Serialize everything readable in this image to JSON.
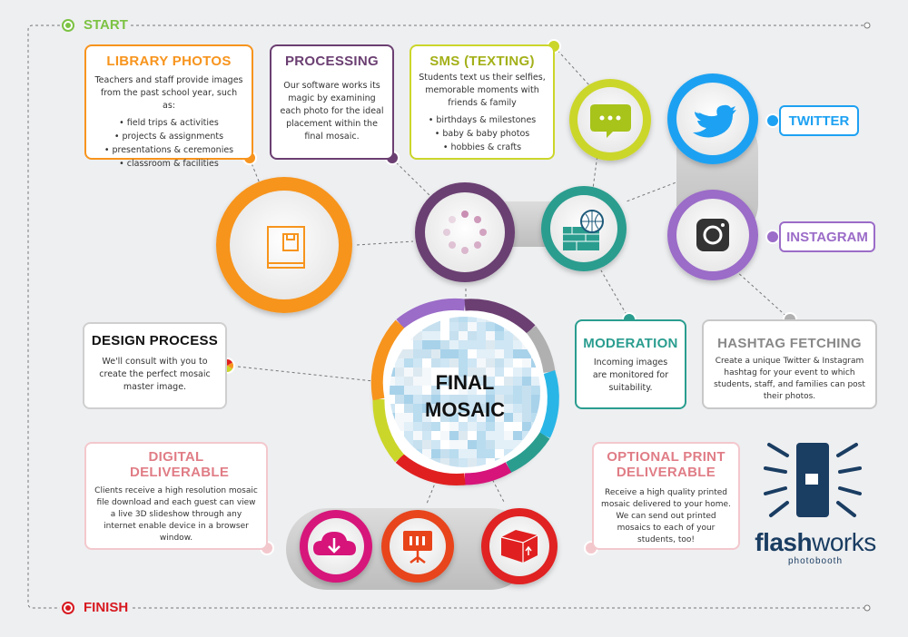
{
  "start_label": "START",
  "finish_label": "FINISH",
  "center": {
    "line1": "FINAL",
    "line2": "MOSAIC"
  },
  "library": {
    "title": "LIBRARY PHOTOS",
    "text": "Teachers and staff provide images from the past school year, such as:",
    "items": [
      "field trips & activities",
      "projects & assignments",
      "presentations & ceremonies",
      "classroom & facilities"
    ]
  },
  "processing": {
    "title": "PROCESSING",
    "text": "Our software works its magic by examining each photo for the ideal placement within the final mosaic."
  },
  "sms": {
    "title": "SMS (TEXTING)",
    "text": "Students text us their selfies, memorable moments with friends & family",
    "items": [
      "birthdays & milestones",
      "baby & baby photos",
      "hobbies & crafts"
    ]
  },
  "twitter_label": "TWITTER",
  "instagram_label": "INSTAGRAM",
  "design": {
    "title": "DESIGN PROCESS",
    "text": "We'll consult with you to create the perfect mosaic master image."
  },
  "moderation": {
    "title": "MODERATION",
    "text": "Incoming images are monitored for suitability."
  },
  "hashtag": {
    "title": "HASHTAG FETCHING",
    "text": "Create a unique Twitter & Instagram hashtag for your event to which students, staff, and families can post their photos."
  },
  "digital": {
    "title": "DIGITAL DELIVERABLE",
    "text": "Clients receive a high resolution mosaic file download and each guest can view a live 3D slideshow through any internet enable device in a browser window."
  },
  "print": {
    "title": "OPTIONAL PRINT DELIVERABLE",
    "text": "Receive a high quality printed mosaic delivered to your home. We can send out printed mosaics to each of your students, too!"
  },
  "brand": {
    "name_part1": "flash",
    "name_part2": "works",
    "tagline": "photobooth"
  },
  "icons": [
    "book-icon",
    "loading-spinner-icon",
    "speech-bubble-icon",
    "firewall-globe-icon",
    "twitter-bird-icon",
    "instagram-camera-icon",
    "cloud-download-icon",
    "presentation-icon",
    "box-icon",
    "color-wheel-icon",
    "flashworks-logo-icon"
  ],
  "colors": {
    "start": "#7cc243",
    "finish": "#d71920",
    "library": "#f7941d",
    "processing": "#6b3f72",
    "sms": "#cbd62a",
    "twitter": "#1da1f2",
    "instagram": "#9b6cc8",
    "moderation": "#2a9d8f",
    "hashtag": "#b0b0b0",
    "design": "#222222",
    "deliverable": "#e07d86",
    "magenta": "#d6147a",
    "orange_red": "#e8441a",
    "red": "#e02020",
    "brand": "#1a3d62"
  }
}
